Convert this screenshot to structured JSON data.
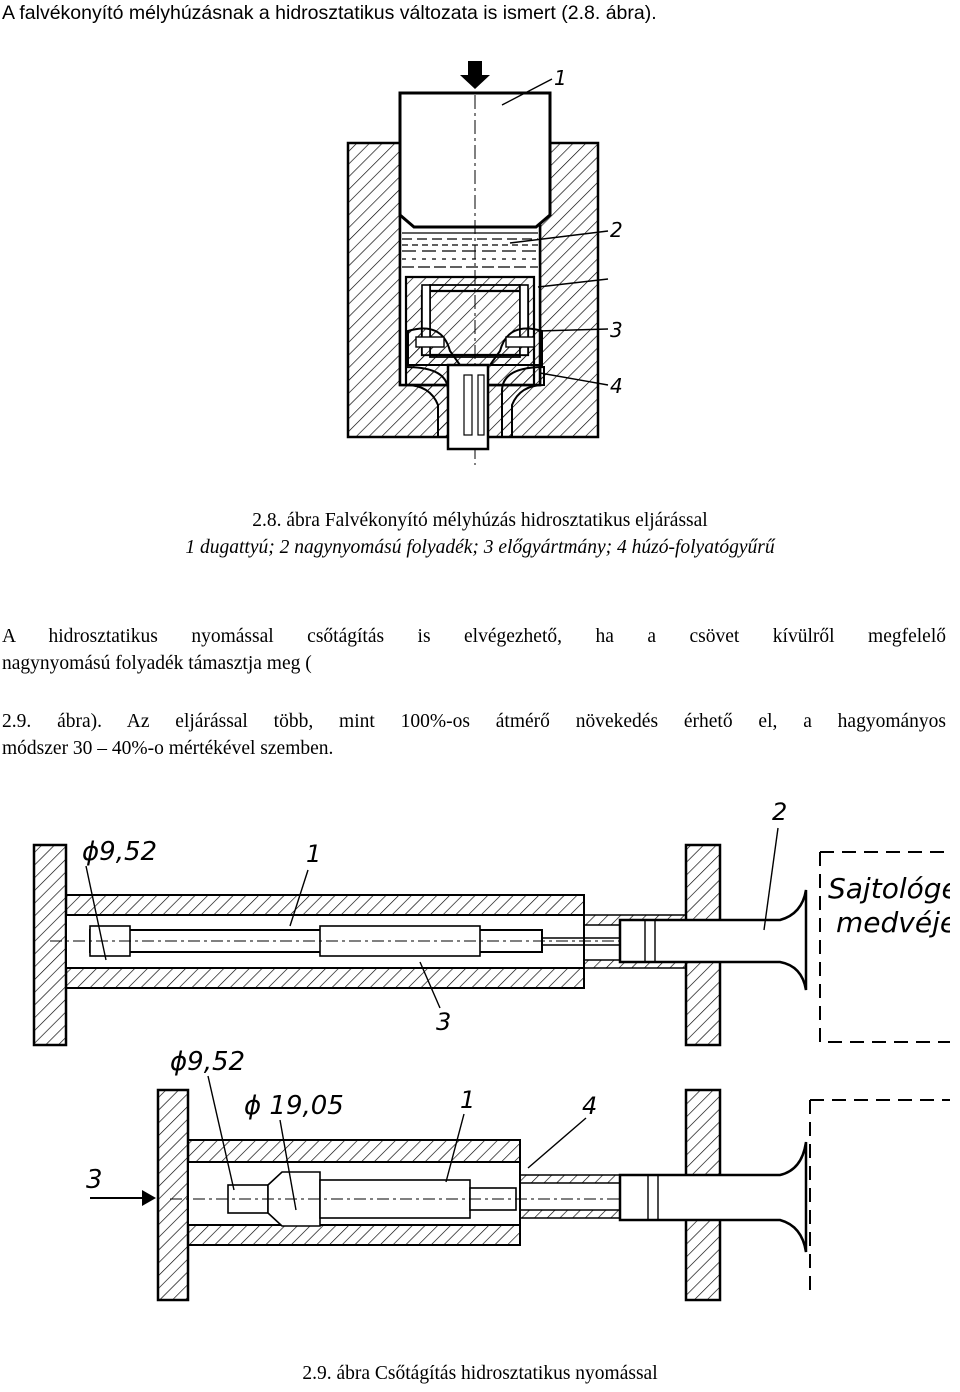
{
  "intro_line": "A falvékonyító mélyhúzásnak a hidrosztatikus változata is ismert (2.8. ábra).",
  "figure1": {
    "caption": "2.8. ábra Falvékonyító mélyhúzás hidrosztatikus eljárással",
    "legend": "1 dugattyú; 2 nagynyomású folyadék; 3 előgyártmány; 4 húzó-folyatógyűrű",
    "labels": [
      "1",
      "2",
      "3",
      "4"
    ]
  },
  "paragraph": {
    "line1": "A hidrosztatikus nyomással csőtágítás is elvégezhető, ha a csövet kívülről megfelelő",
    "line2": "nagynyomású folyadék támasztja meg (",
    "line3": "2.9. ábra). Az eljárással több, mint 100%-os átmérő növekedés érhető el, a hagyományos",
    "line4": "módszer 30 – 40%-o mértékével szemben."
  },
  "figure2": {
    "caption": "2.9. ábra Csőtágítás hidrosztatikus nyomással",
    "top": {
      "dim1": "ϕ9,52",
      "label1": "1",
      "label2": "2",
      "label3": "3",
      "press_label_line1": "Sajtológép",
      "press_label_line2": "medvéje"
    },
    "bottom": {
      "dim1": "ϕ9,52",
      "dim2": "ϕ 19,05",
      "label1": "1",
      "label3": "3",
      "label4": "4"
    }
  }
}
